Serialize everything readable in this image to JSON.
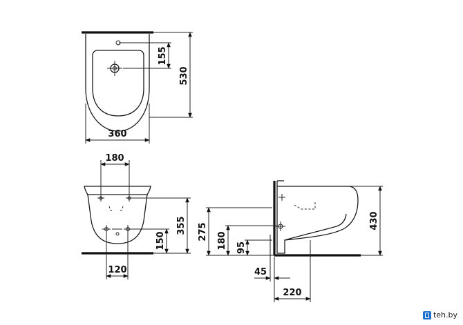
{
  "dimensions": {
    "top_depth": "530",
    "top_hole_offset": "155",
    "top_width": "360",
    "front_hole_spacing": "180",
    "front_height": "355",
    "front_lower_height": "150",
    "front_lower_spacing": "120",
    "side_height": "430",
    "side_pipe_275": "275",
    "side_pipe_180": "180",
    "side_pipe_95": "95",
    "side_offset_45": "45",
    "side_offset_220": "220"
  },
  "watermark": {
    "icon": "phone-icon",
    "text": "teh.by",
    "icon_color": "#1f6fd1"
  }
}
